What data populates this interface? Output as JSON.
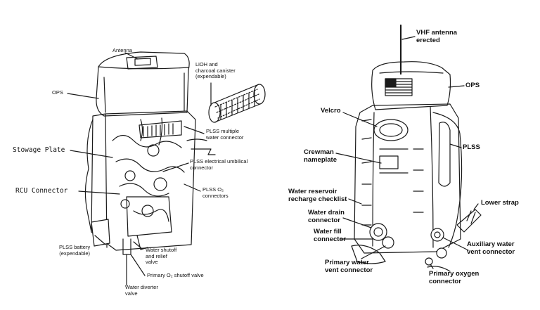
{
  "left_labels": {
    "antenna": "Antenna",
    "lioh_canister": [
      "LiOH and",
      "charcoal canister",
      "(expendable)"
    ],
    "ops": "OPS",
    "plss_multiple_water": [
      "PLSS multiple",
      "water connector"
    ],
    "stowage_plate": "Stowage Plate",
    "plss_electrical": [
      "PLSS electrical umbilical",
      "connector"
    ],
    "rcu_connector": "RCU Connector",
    "plss_o2": [
      "PLSS O₂",
      "connectors"
    ],
    "plss_battery": [
      "PLSS battery",
      "(expendable)"
    ],
    "water_shutoff": [
      "Water shutoff",
      "and relief",
      "valve"
    ],
    "primary_o2_shutoff": "Primary O₂ shutoff valve",
    "water_diverter": [
      "Water diverter",
      "valve"
    ]
  },
  "right_labels": {
    "vhf_antenna": [
      "VHF antenna",
      "erected"
    ],
    "ops": "OPS",
    "velcro": "Velcro",
    "plss": "PLSS",
    "crewman_nameplate": [
      "Crewman",
      "nameplate"
    ],
    "water_reservoir": [
      "Water reservoir",
      "recharge checklist"
    ],
    "lower_strap": "Lower strap",
    "water_drain": [
      "Water drain",
      "connector"
    ],
    "water_fill": [
      "Water fill",
      "connector"
    ],
    "auxiliary_water": [
      "Auxiliary water",
      "vent connector"
    ],
    "primary_water_vent": [
      "Primary water",
      "vent connector"
    ],
    "primary_oxygen": [
      "Primary oxygen",
      "connector"
    ]
  },
  "colors": {
    "ink": "#1a1a1a",
    "fill": "#ffffff"
  }
}
